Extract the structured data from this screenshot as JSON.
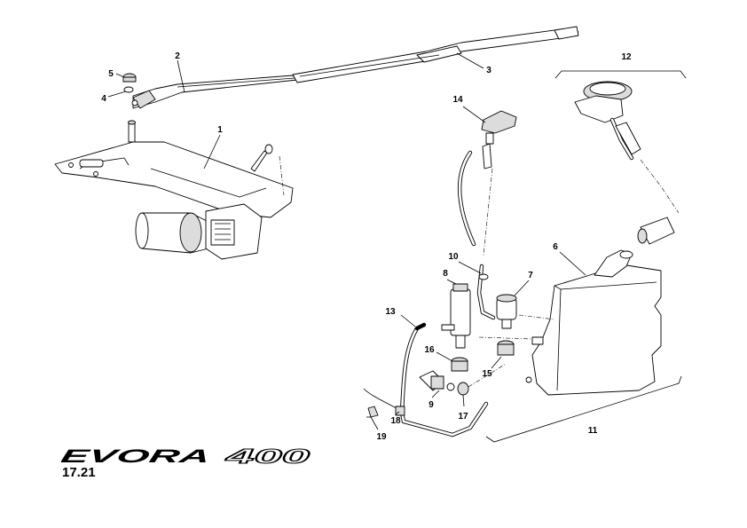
{
  "brand": {
    "model": "EVORA",
    "variant": "400"
  },
  "page_ref": "17.21",
  "callouts": [
    "1",
    "2",
    "3",
    "4",
    "5",
    "6",
    "7",
    "8",
    "9",
    "10",
    "11",
    "12",
    "13",
    "14",
    "15",
    "16",
    "17",
    "18",
    "19"
  ]
}
